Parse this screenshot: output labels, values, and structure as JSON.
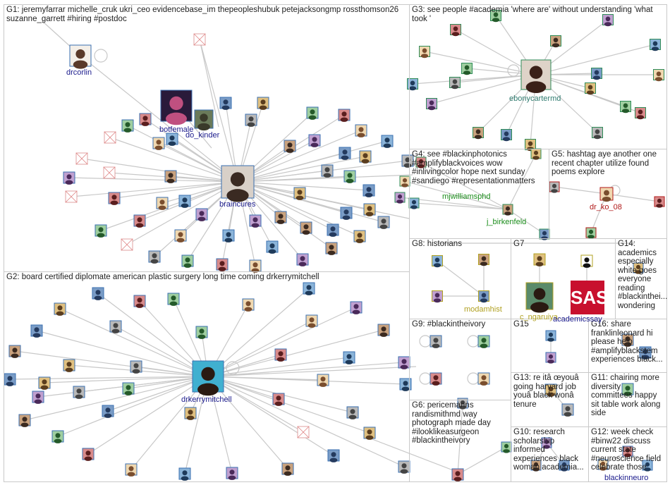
{
  "groups": [
    {
      "id": "G1",
      "label": "G1: jeremyfarrar michelle_cruk ukri_ceo evidencebase_im thepeopleshubuk petejacksongmp rossthomson26 suzanne_garrett #hiring #postdoc"
    },
    {
      "id": "G2",
      "label": "G2: board certified diplomate american plastic surgery long time coming drkerrymitchell"
    },
    {
      "id": "G3",
      "label": "G3: see people #academia 'where are' without understanding 'what took '"
    },
    {
      "id": "G4",
      "label": "G4: see #blackinphotonics #amplifyblackvoices wow #inlivingcolor hope next sunday #sandiego #representationmatters"
    },
    {
      "id": "G5",
      "label": "G5: hashtag aye another one recent chapter utilize found poems explore"
    },
    {
      "id": "G6",
      "label": "G6: pericemanns randismithmd way photograph made day #ilooklikeasurgeon #blackintheivory"
    },
    {
      "id": "G7",
      "label": "G7"
    },
    {
      "id": "G8",
      "label": "G8: historians"
    },
    {
      "id": "G9",
      "label": "G9: #blackintheivory"
    },
    {
      "id": "G10",
      "label": "G10: research scholarship informed experiences black woman academia..."
    },
    {
      "id": "G11",
      "label": "G11: chairing more diversity committees happy sit table work along side"
    },
    {
      "id": "G12",
      "label": "G12: week check #binw22 discuss current state #neuroscience field celebrate those"
    },
    {
      "id": "G13",
      "label": "G13: re itâ œyouâ going harvard job youâ black wonâ tenure"
    },
    {
      "id": "G14",
      "label": "G14: academics especially white goes everyone reading #blackinthei... wondering"
    },
    {
      "id": "G15",
      "label": "G15"
    },
    {
      "id": "G16",
      "label": "G16: share franklinleonard hi please help #amplifyblackstem experiences black..."
    }
  ],
  "nodes": {
    "drcorlin": "drcorlin",
    "botfemale": "botfemale",
    "do_kinder": "do_kinder",
    "braincures": "braincures",
    "drkerrymitchell": "drkerrymitchell",
    "ebonycartermd": "ebonycartermd",
    "mjwilliamsphd": "mjwilliamsphd",
    "j_birkenfeld": "j_birkenfeld",
    "dr_ko_08": "dr_ko_08",
    "modamhist": "modamhist",
    "c_ngaruiya": "c_ngaruiya",
    "academicssay": "academicssay",
    "blackinneuro": "blackinneuro",
    "sas_logo": "SAS"
  },
  "colors": {
    "edge": "#c8c8c8",
    "node_border_blue": "#3a6fb0",
    "node_border_green": "#2e8b57",
    "label_blue": "#1a1a8c",
    "label_green": "#1a8c1a",
    "label_red": "#b01818",
    "label_yellow": "#b0a020",
    "sas_red": "#c8102e"
  }
}
